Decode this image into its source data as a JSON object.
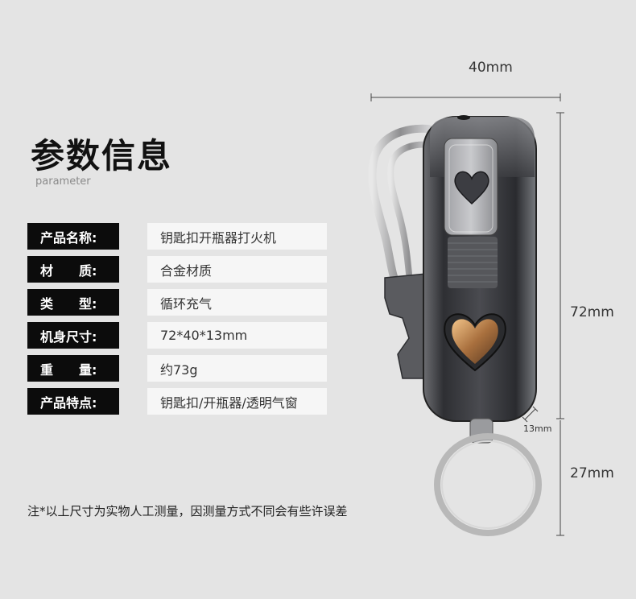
{
  "header": {
    "title": "参数信息",
    "subtitle": "parameter"
  },
  "specs": [
    {
      "label": "产品名称:",
      "value": "钥匙扣开瓶器打火机"
    },
    {
      "label": "材　　质:",
      "value": "合金材质"
    },
    {
      "label": "类　　型:",
      "value": "循环充气"
    },
    {
      "label": "机身尺寸:",
      "value": "72*40*13mm"
    },
    {
      "label": "重　　量:",
      "value": "约73g"
    },
    {
      "label": "产品特点:",
      "value": "钥匙扣/开瓶器/透明气窗"
    }
  ],
  "note": "注*以上尺寸为实物人工测量，因测量方式不同会有些许误差",
  "dimensions": {
    "width": "40mm",
    "height": "72mm",
    "depth": "13mm",
    "ring": "27mm"
  },
  "colors": {
    "background": "#e4e4e4",
    "label_bg": "#0c0c0c",
    "value_bg": "#f6f6f6",
    "metal_dark": "#3a3b3e",
    "metal_light": "#b8b8b8"
  }
}
